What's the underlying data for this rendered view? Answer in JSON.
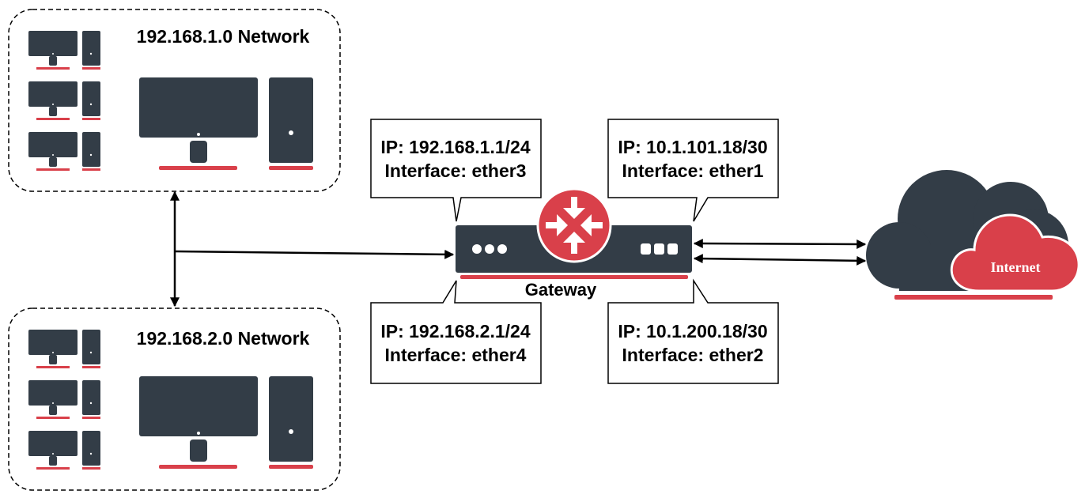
{
  "networks": [
    {
      "title": "192.168.1.0 Network"
    },
    {
      "title": "192.168.2.0 Network"
    }
  ],
  "gateway": {
    "label": "Gateway"
  },
  "interfaces": [
    {
      "ip": "IP: 192.168.1.1/24",
      "iface": "Interface: ether3"
    },
    {
      "ip": "IP: 10.1.101.18/30",
      "iface": "Interface: ether1"
    },
    {
      "ip": "IP: 192.168.2.1/24",
      "iface": "Interface: ether4"
    },
    {
      "ip": "IP: 10.1.200.18/30",
      "iface": "Interface: ether2"
    }
  ],
  "cloud": {
    "label": "Internet"
  },
  "colors": {
    "dark": "#333d47",
    "red": "#d9404a",
    "white": "#ffffff",
    "line": "#000000"
  },
  "icons": [
    "monitor-icon",
    "tower-icon",
    "router-icon",
    "cloud-icon"
  ]
}
